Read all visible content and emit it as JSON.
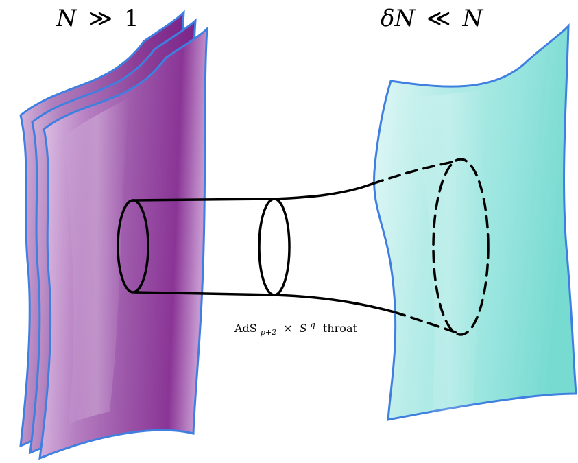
{
  "labels": {
    "left_N": "N",
    "left_relation": "≫",
    "left_one": "1",
    "right_delta": "δN",
    "right_relation": "≪",
    "right_N": "N",
    "throat_ads": "AdS",
    "throat_sub": "p+2",
    "throat_times": "×",
    "throat_S": "S",
    "throat_sup": "q",
    "throat_word": "throat"
  },
  "colors": {
    "brane_stack": "#8e3f98",
    "brane_stack_light": "#c79bd0",
    "probe_brane": "#86e0d8",
    "probe_brane_light": "#d7f6f4",
    "brane_edge": "#3f7fe0",
    "ink": "#000000"
  }
}
